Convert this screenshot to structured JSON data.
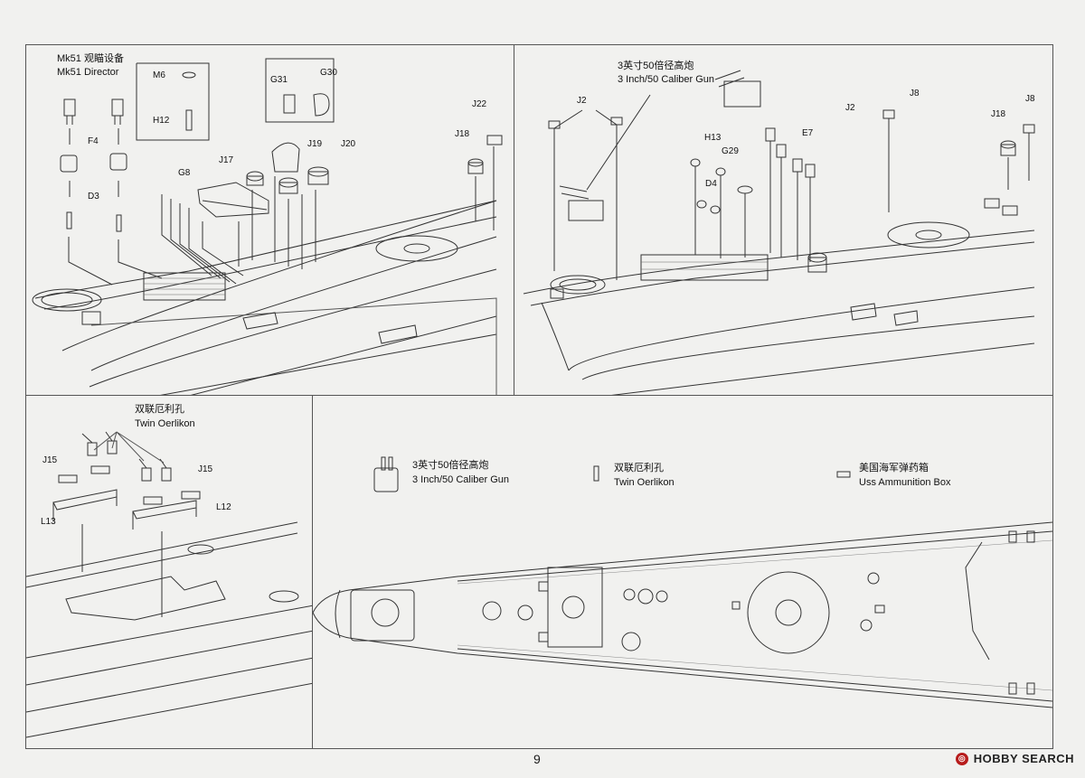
{
  "page": {
    "number": "9"
  },
  "watermark": {
    "text": "HOBBY SEARCH",
    "icon": "hobby-search-logo"
  },
  "panel1": {
    "title_cn": "Mk51 观瞄设备",
    "title_en": "Mk51  Director",
    "parts": [
      "M6",
      "H12",
      "G31",
      "G30",
      "F4",
      "D3",
      "G8",
      "J17",
      "J19",
      "J20",
      "J22",
      "J18"
    ]
  },
  "panel2": {
    "title_cn": "3英寸50倍径高炮",
    "title_en": "3 Inch/50 Caliber Gun",
    "parts": [
      "J2",
      "J2",
      "J8",
      "J18",
      "J8",
      "H13",
      "E7",
      "G29",
      "D4"
    ]
  },
  "panel3": {
    "title_cn": "双联厄利孔",
    "title_en": "Twin Oerlikon",
    "parts": [
      "J15",
      "J15",
      "L13",
      "L12"
    ]
  },
  "panel4": {
    "legend": [
      {
        "cn": "3英寸50倍径高炮",
        "en": "3 Inch/50 Caliber Gun",
        "icon": "gun-3inch-icon"
      },
      {
        "cn": "双联厄利孔",
        "en": "Twin Oerlikon",
        "icon": "oerlikon-icon"
      },
      {
        "cn": "美国海军弹药箱",
        "en": "Uss Ammunition Box",
        "icon": "ammo-box-icon"
      }
    ]
  }
}
